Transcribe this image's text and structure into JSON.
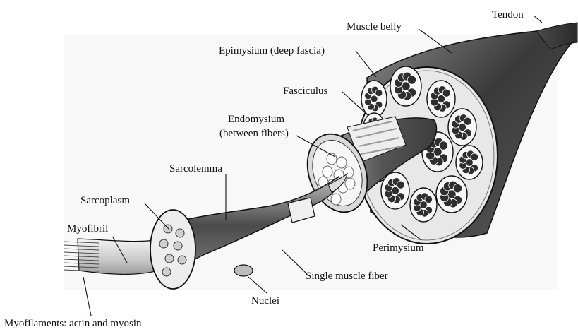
{
  "diagram": {
    "labels": {
      "tendon": "Tendon",
      "muscle_belly": "Muscle belly",
      "epimysium": "Epimysium (deep fascia)",
      "fasciculus": "Fasciculus",
      "endomysium_line1": "Endomysium",
      "endomysium_line2": "(between fibers)",
      "sarcolemma": "Sarcolemma",
      "sarcoplasm": "Sarcoplasm",
      "myofibril": "Myofibril",
      "perimysium": "Perimysium",
      "single_muscle_fiber": "Single muscle fiber",
      "nuclei": "Nuclei",
      "myofilaments": "Myofilaments: actin and myosin"
    }
  }
}
